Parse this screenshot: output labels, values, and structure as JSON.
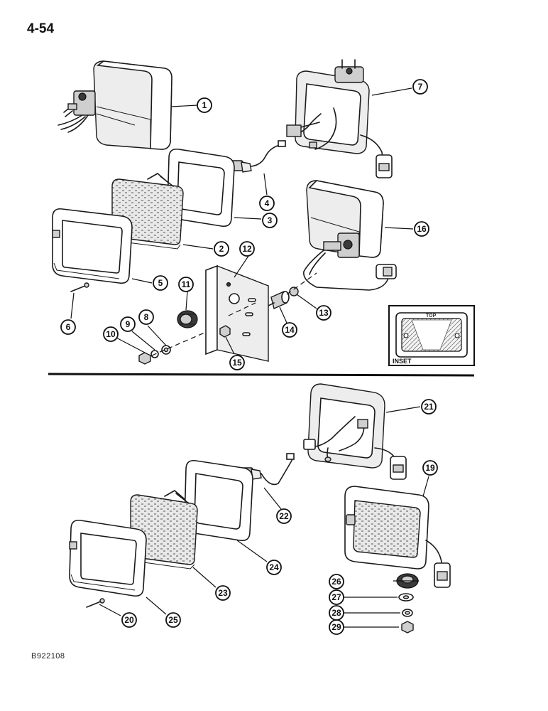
{
  "page_number": "4-54",
  "doc_code": "B922108",
  "inset": {
    "label": "INSET",
    "top_label": "TOP"
  },
  "callouts": {
    "c1": "1",
    "c2": "2",
    "c3": "3",
    "c4": "4",
    "c5": "5",
    "c6": "6",
    "c7": "7",
    "c8": "8",
    "c9": "9",
    "c10": "10",
    "c11": "11",
    "c12": "12",
    "c13": "13",
    "c14": "14",
    "c15": "15",
    "c16": "16",
    "c19": "19",
    "c20": "20",
    "c21": "21",
    "c22": "22",
    "c23": "23",
    "c24": "24",
    "c25": "25",
    "c26": "26",
    "c27": "27",
    "c28": "28",
    "c29": "29"
  }
}
